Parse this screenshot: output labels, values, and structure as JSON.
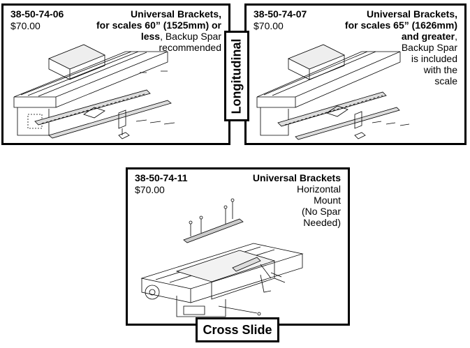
{
  "cards": [
    {
      "part_no": "38-50-74-06",
      "price": "$70.00",
      "desc_bold": "Universal Brackets,\nfor scales 60” (1525mm) or\nless",
      "desc_plain": ", Backup Spar\nrecommended"
    },
    {
      "part_no": "38-50-74-07",
      "price": "$70.00",
      "desc_bold": "Universal Brackets,\nfor scales 65” (1626mm)\nand greater",
      "desc_plain": ",\nBackup Spar\nis included\nwith the\nscale"
    },
    {
      "part_no": "38-50-74-11",
      "price": "$70.00",
      "desc_bold": "Universal Brackets",
      "desc_plain": "\nHorizontal\nMount\n(No Spar\nNeeded)"
    }
  ],
  "labels": {
    "longitudinal": "Longitudinal",
    "cross_slide": "Cross Slide"
  }
}
